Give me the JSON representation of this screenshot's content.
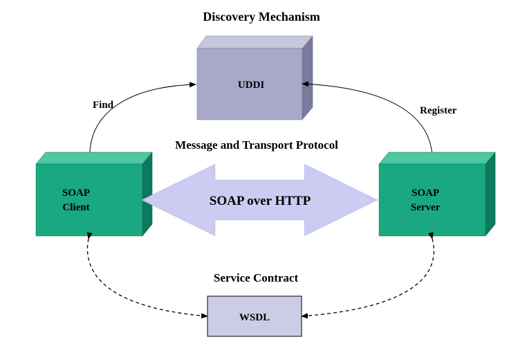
{
  "headings": {
    "discovery": "Discovery Mechanism",
    "transport": "Message and Transport Protocol",
    "contract": "Service Contract"
  },
  "nodes": {
    "uddi": {
      "label": "UDDI"
    },
    "client": {
      "line1": "SOAP",
      "line2": "Client"
    },
    "server": {
      "line1": "SOAP",
      "line2": "Server"
    },
    "wsdl": {
      "label": "WSDL"
    }
  },
  "edges": {
    "find": "Find",
    "register": "Register",
    "transport": "SOAP over HTTP"
  },
  "colors": {
    "uddi_front": "#a8a8c8",
    "uddi_top": "#c8c8dc",
    "uddi_side": "#7a7a9c",
    "soap_front": "#19a882",
    "soap_top": "#4ec7a2",
    "soap_side": "#0c7a5c",
    "arrow_fill": "#ccccf2",
    "wsdl_fill": "#cccce6"
  }
}
